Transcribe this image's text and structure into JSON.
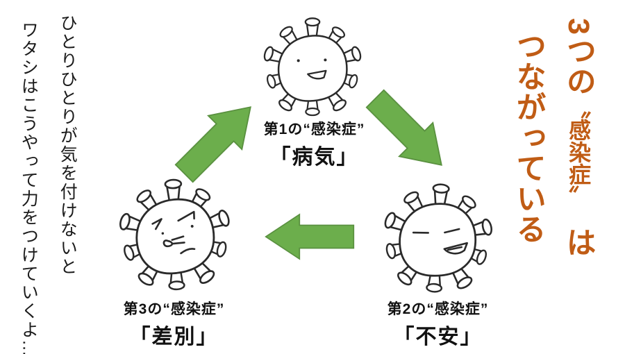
{
  "canvas": {
    "background": "#ffffff"
  },
  "side_note": {
    "line1": "ひとりひとりが気を付けないと",
    "line2": "ワタシはこうやって力をつけていくよ…"
  },
  "title": {
    "segment_lead": "3つの",
    "segment_quoted": "〝感染症〞",
    "segment_tail": "は",
    "line2": "つながっている",
    "color": "#c05c15"
  },
  "cycle": {
    "arrow_color": "#6cae4c",
    "arrow_border": "#5a9140",
    "line_color": "#2a2a2a",
    "nodes": [
      {
        "caption": "第1の“感染症”",
        "name": "「病気」",
        "face": "neutral"
      },
      {
        "caption": "第2の“感染症”",
        "name": "「不安」",
        "face": "smug"
      },
      {
        "caption": "第3の“感染症”",
        "name": "「差別」",
        "face": "angry"
      }
    ]
  }
}
